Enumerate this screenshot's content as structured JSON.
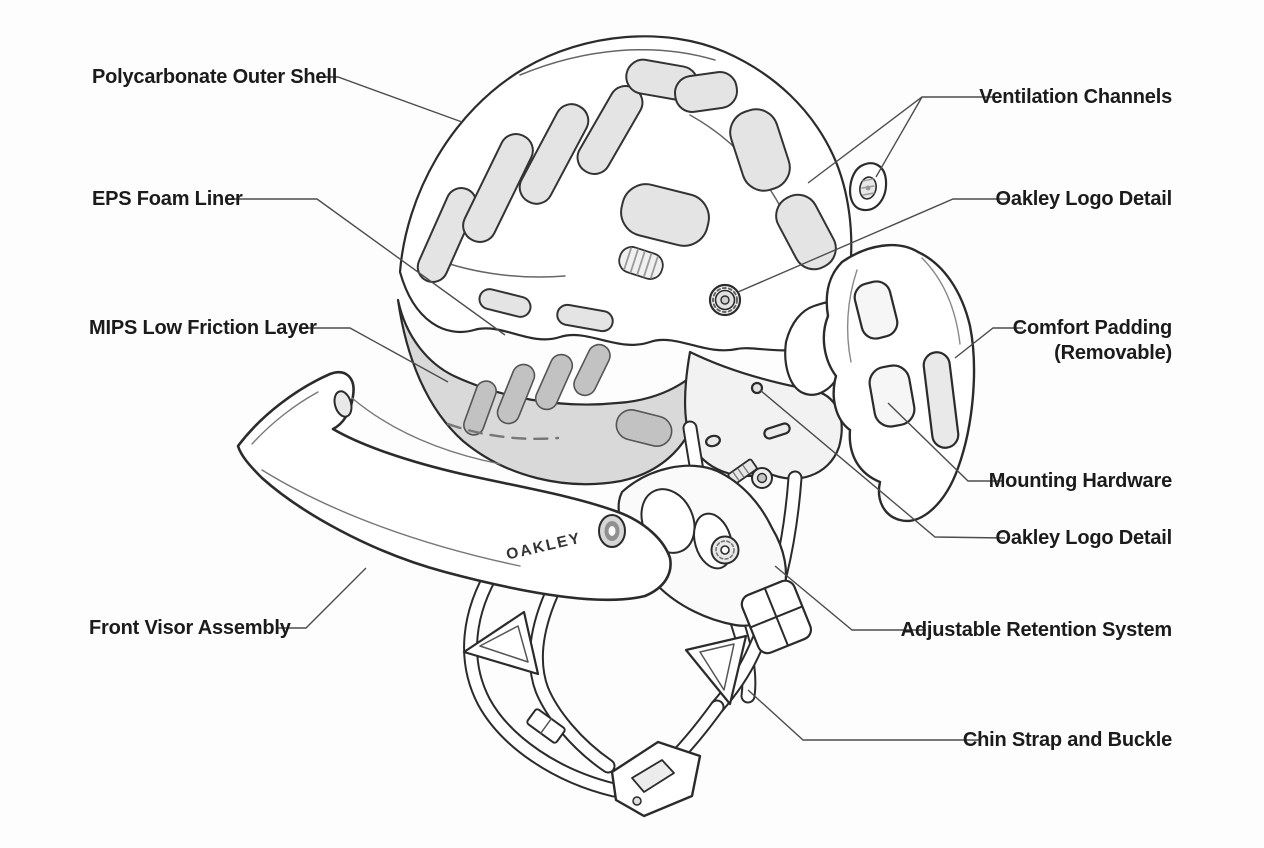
{
  "diagram": {
    "brand_text": "OAKLEY",
    "labels": {
      "outer_shell": "Polycarbonate Outer Shell",
      "eps_liner": "EPS Foam Liner",
      "mips_layer": "MIPS Low Friction Layer",
      "front_visor": "Front Visor Assembly",
      "ventilation": "Ventilation Channels",
      "logo_detail_top": "Oakley Logo Detail",
      "comfort_padding_line1": "Comfort Padding",
      "comfort_padding_line2": "(Removable)",
      "mounting_hardware": "Mounting Hardware",
      "logo_detail_lower": "Oakley Logo Detail",
      "retention_system": "Adjustable Retention System",
      "chin_strap": "Chin Strap and Buckle"
    },
    "colors": {
      "background": "#fdfdfd",
      "line_art": "#2b2b2b",
      "leader_line": "#4d4d4d",
      "label_text": "#1b1b1b",
      "shading_light": "#f2f2f2",
      "shading_mid": "#d9d9d9"
    }
  }
}
